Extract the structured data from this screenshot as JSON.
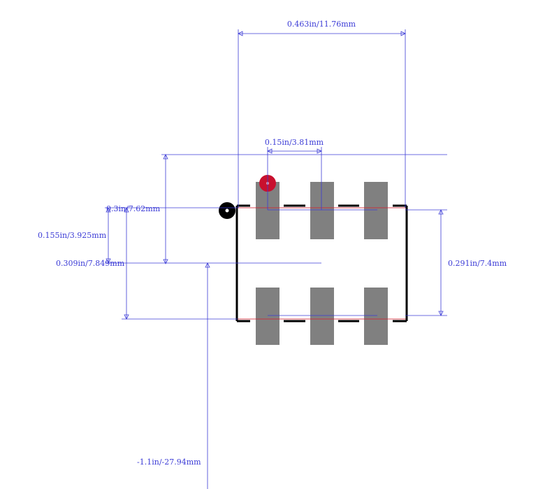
{
  "footprint": {
    "pad_color": "#808080",
    "outline_color": "#000000",
    "courtyard_color": "#d62030",
    "pin1_marker_color": "#c8102e",
    "dimension_color": "#3b3bd6",
    "pads": [
      {
        "name": "pad-1"
      },
      {
        "name": "pad-2"
      },
      {
        "name": "pad-3"
      },
      {
        "name": "pad-4"
      },
      {
        "name": "pad-5"
      },
      {
        "name": "pad-6"
      }
    ]
  },
  "dimensions": {
    "overall_width": "0.463in/11.76mm",
    "pitch": "0.15in/3.81mm",
    "row_span": "0.3in/7.62mm",
    "pin1_to_center": "0.155in/3.925mm",
    "body_height_left": "0.309in/7.849mm",
    "body_height_right": "0.291in/7.4mm",
    "vertical_offset": "-1.1in/-27.94mm"
  }
}
